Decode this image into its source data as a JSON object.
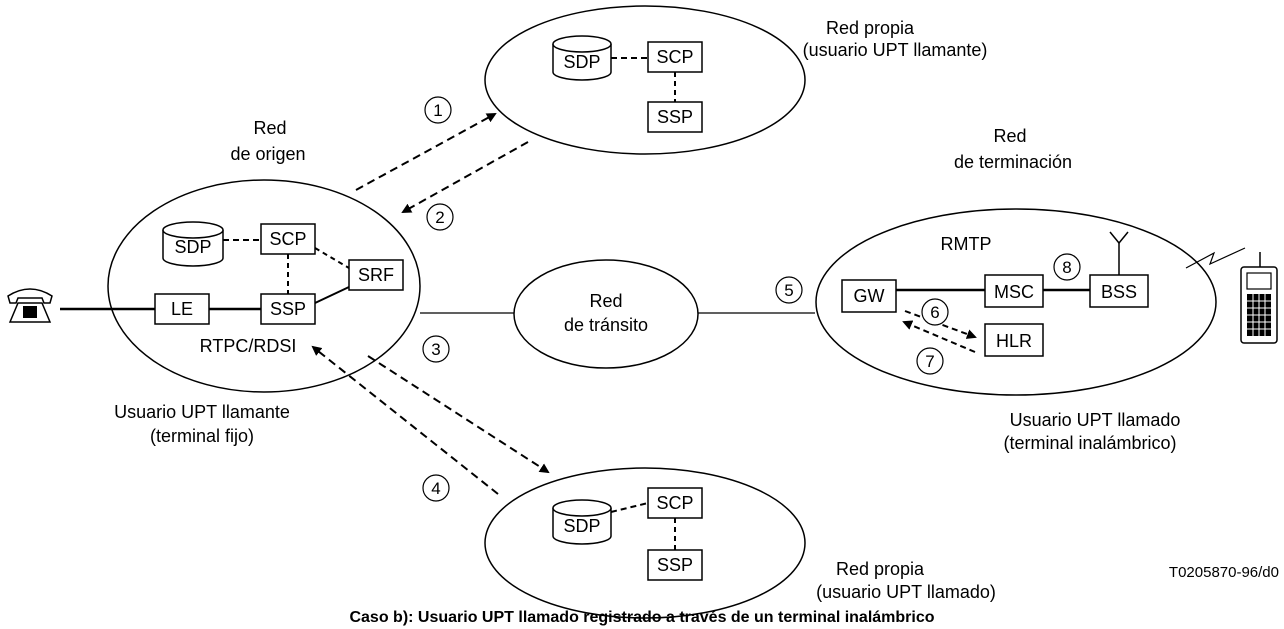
{
  "labels": {
    "home_top_1": "Red propia",
    "home_top_2": "(usuario UPT llamante)",
    "origin_1": "Red",
    "origin_2": "de origen",
    "term_1": "Red",
    "term_2": "de terminación",
    "transit_1": "Red",
    "transit_2": "de tránsito",
    "rtpc": "RTPC/RDSI",
    "rmtp": "RMTP",
    "caller_1": "Usuario UPT llamante",
    "caller_2": "(terminal fijo)",
    "called_1": "Usuario UPT llamado",
    "called_2": "(terminal inalámbrico)",
    "home_bot_1": "Red propia",
    "home_bot_2": "(usuario UPT llamado)",
    "ref": "T0205870-96/d0",
    "caption": "Caso b): Usuario UPT llamado registrado a través de un terminal inalámbrico"
  },
  "nodes": {
    "sdp": "SDP",
    "scp": "SCP",
    "ssp": "SSP",
    "srf": "SRF",
    "le": "LE",
    "gw": "GW",
    "msc": "MSC",
    "bss": "BSS",
    "hlr": "HLR"
  },
  "steps": [
    "1",
    "2",
    "3",
    "4",
    "5",
    "6",
    "7",
    "8"
  ]
}
